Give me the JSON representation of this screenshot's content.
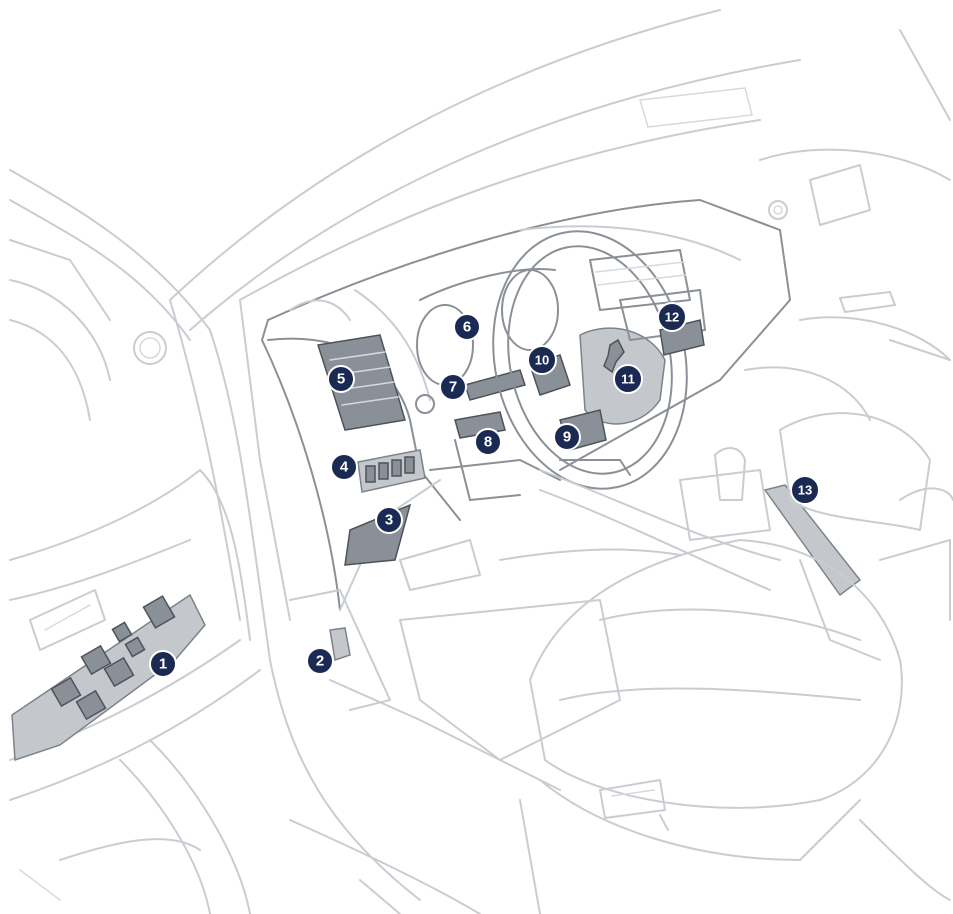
{
  "colors": {
    "outline": "#c9cdd2",
    "highlighted_part": "#c4c8cd",
    "callout_fill": "#1b2a52",
    "callout_text": "#ffffff"
  },
  "callouts": [
    {
      "id": "c1",
      "label": "1",
      "points_to": "door-window-switch-panel"
    },
    {
      "id": "c2",
      "label": "2",
      "points_to": "bonnet-release-lever"
    },
    {
      "id": "c3",
      "label": "3",
      "points_to": "lower-dashboard-panel"
    },
    {
      "id": "c4",
      "label": "4",
      "points_to": "dashboard-switch-bank"
    },
    {
      "id": "c5",
      "label": "5",
      "points_to": "side-air-vent"
    },
    {
      "id": "c6",
      "label": "6",
      "points_to": "instrument-panel"
    },
    {
      "id": "c7",
      "label": "7",
      "points_to": "lighting-stalk"
    },
    {
      "id": "c8",
      "label": "8",
      "points_to": "steering-adjust-lever"
    },
    {
      "id": "c9",
      "label": "9",
      "points_to": "steering-wheel-lower-controls"
    },
    {
      "id": "c10",
      "label": "10",
      "points_to": "steering-wheel-left-controls"
    },
    {
      "id": "c11",
      "label": "11",
      "points_to": "horn-airbag"
    },
    {
      "id": "c12",
      "label": "12",
      "points_to": "wiper-stalk"
    },
    {
      "id": "c13",
      "label": "13",
      "points_to": "parking-brake-lever"
    }
  ]
}
